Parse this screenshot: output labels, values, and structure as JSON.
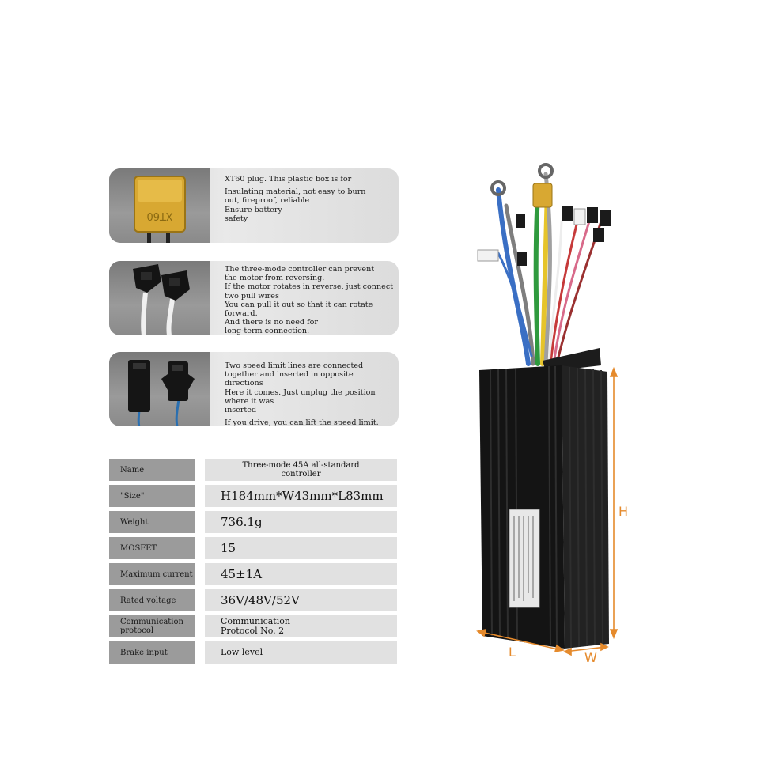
{
  "features": [
    {
      "icon": "xt60-plug-icon",
      "plug_label": "XT60",
      "lines": [
        "XT60 plug. This plastic box is for",
        "",
        "Insulating material, not easy to burn\nout, fireproof, reliable",
        "Ensure battery\nsafety"
      ]
    },
    {
      "icon": "pull-wire-connector-icon",
      "lines": [
        "The three-mode controller can prevent\nthe motor from reversing.",
        "If the motor rotates in reverse, just connect\ntwo pull wires",
        "You can pull it out so that it can rotate\nforward.",
        "And there is no need for\nlong-term connection."
      ]
    },
    {
      "icon": "speed-limit-connector-icon",
      "lines": [
        "Two speed limit lines are connected\ntogether and inserted in opposite directions",
        "Here it comes. Just unplug the position where it was\ninserted",
        "",
        "If you drive, you can lift the speed limit."
      ]
    }
  ],
  "specs": [
    {
      "key": "Name",
      "value": "Three-mode 45A all-standard\ncontroller"
    },
    {
      "key": "\"Size\"",
      "value": "H184mm*W43mm*L83mm"
    },
    {
      "key": "Weight",
      "value": "736.1g"
    },
    {
      "key": "MOSFET",
      "value": "15"
    },
    {
      "key": "Maximum current",
      "value": "45±1A"
    },
    {
      "key": "Rated voltage",
      "value": "36V/48V/52V"
    },
    {
      "key": "Communication\nprotocol",
      "value": "Communication\nProtocol No. 2"
    },
    {
      "key": "Brake input",
      "value": "Low level"
    }
  ],
  "dimensions": {
    "height": "H",
    "length": "L",
    "width": "W"
  },
  "colors": {
    "dimension": "#e58a2c",
    "xt60": "#d8a832",
    "controller": "#1a1a1a"
  }
}
